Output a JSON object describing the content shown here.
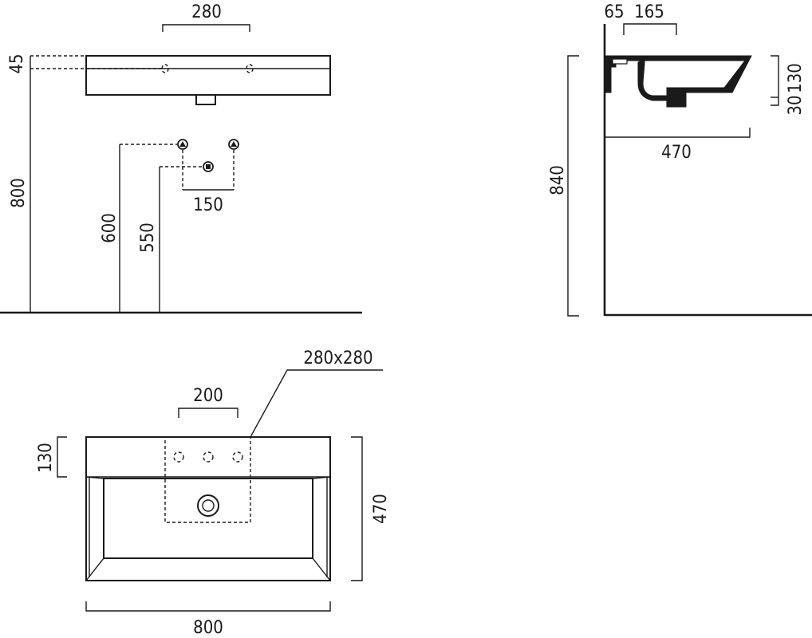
{
  "front_view": {
    "dim_top": "280",
    "dim_side": "45",
    "dim_height": "800",
    "dim_tap_spacing": "150",
    "dim_supply_height": "600",
    "dim_waste_height": "550"
  },
  "side_view": {
    "dim_offset": "65",
    "dim_tap_depth": "165",
    "dim_depth": "470",
    "dim_total_height": "840",
    "dim_rim": "30",
    "dim_basin_height": "130"
  },
  "plan_view": {
    "dim_area": "280x280",
    "dim_hole_spacing": "200",
    "dim_deck": "130",
    "dim_depth": "470",
    "dim_width": "800"
  }
}
